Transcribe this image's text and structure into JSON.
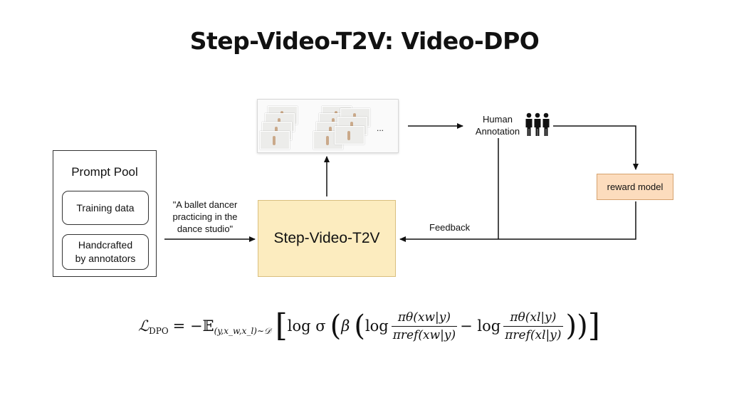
{
  "title": "Step-Video-T2V: Video-DPO",
  "prompt_pool": {
    "title": "Prompt Pool",
    "items": [
      "Training data",
      "Handcrafted\nby annotators"
    ]
  },
  "prompt_example": "\"A ballet dancer practicing in the dance studio\"",
  "model_label": "Step-Video-T2V",
  "frames_ellipsis": "...",
  "human_annotation": "Human\nAnnotation",
  "people_icon": "three-people-icon",
  "reward_model": "reward model",
  "feedback": "Feedback",
  "colors": {
    "model_fill": "#fcecbf",
    "reward_fill": "#fcdcbd",
    "arrow": "#111111"
  },
  "formula": {
    "lhs": "ℒ",
    "lhs_sub": "DPO",
    "equals": "= −",
    "expectation": "𝔼",
    "expectation_sub": "(y,x_w,x_l)∼𝒟",
    "log_sigma": "log σ",
    "beta": "β",
    "log": "log",
    "minus_log": "− log",
    "frac1_num": "πθ(xw|y)",
    "frac1_den": "πref(xw|y)",
    "frac2_num": "πθ(xl|y)",
    "frac2_den": "πref(xl|y)"
  }
}
